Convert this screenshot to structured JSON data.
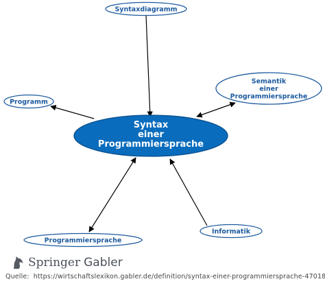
{
  "diagram": {
    "center": {
      "lines": [
        "Syntax",
        "einer",
        "Programmiersprache"
      ],
      "color": "#0a6cbd"
    },
    "nodes": {
      "syntaxdiagramm": {
        "label": "Syntaxdiagramm"
      },
      "programm": {
        "label": "Programm"
      },
      "semantik": {
        "lines": [
          "Semantik",
          "einer",
          "Programmiersprache"
        ]
      },
      "programmiersprache": {
        "label": "Programmiersprache"
      },
      "informatik": {
        "label": "Informatik"
      }
    },
    "edge_color": "#000000",
    "node_border_color": "#1d5a9e"
  },
  "footer": {
    "brand": "Springer",
    "brand2": "Gabler",
    "source_label": "Quelle:",
    "source_url": "https://wirtschaftslexikon.gabler.de/definition/syntax-einer-programmiersprache-47018",
    "logo_icon": "springer-horse-icon"
  }
}
